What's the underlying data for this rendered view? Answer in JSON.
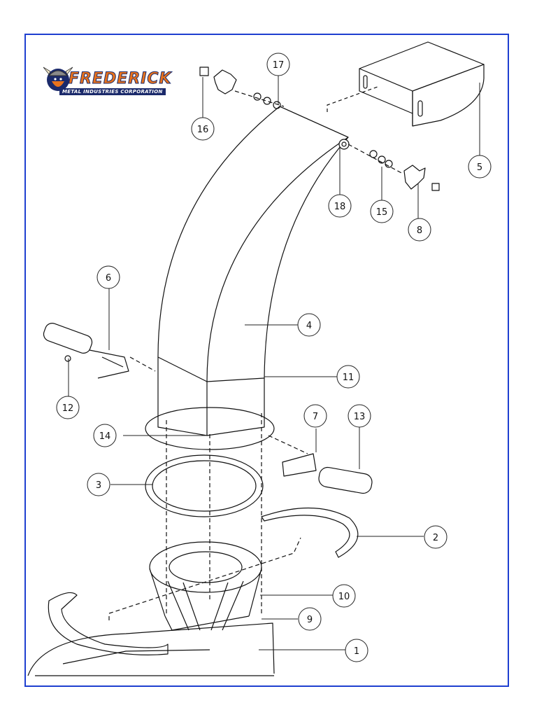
{
  "logo": {
    "name": "FREDERICK",
    "subtitle": "METAL INDUSTRIES CORPORATION"
  },
  "colors": {
    "frame_border": "#1e3fd0",
    "logo_orange": "#e8721c",
    "logo_navy": "#1b2a6b",
    "line": "#111111"
  },
  "callouts": [
    {
      "label": "1"
    },
    {
      "label": "2"
    },
    {
      "label": "3"
    },
    {
      "label": "4"
    },
    {
      "label": "5"
    },
    {
      "label": "6"
    },
    {
      "label": "7"
    },
    {
      "label": "8"
    },
    {
      "label": "9"
    },
    {
      "label": "10"
    },
    {
      "label": "11"
    },
    {
      "label": "12"
    },
    {
      "label": "13"
    },
    {
      "label": "14"
    },
    {
      "label": "15"
    },
    {
      "label": "16"
    },
    {
      "label": "17"
    },
    {
      "label": "18"
    }
  ]
}
